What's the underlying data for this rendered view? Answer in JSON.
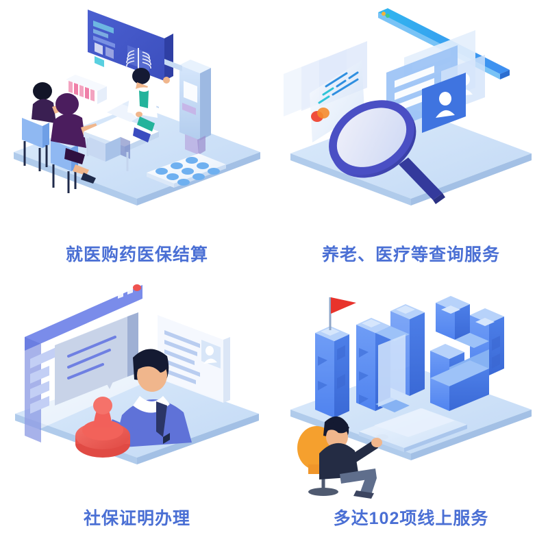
{
  "page": {
    "background": "#ffffff",
    "caption_color": "#4a6fd4",
    "layout": "2x2 grid of isometric illustrations with Chinese captions"
  },
  "palette": {
    "platform_top": "#cfe0f7",
    "platform_top_light": "#dcebfb",
    "platform_side": "#b9d2f0",
    "platform_edge": "#a7c5ea",
    "blue_primary": "#5b8ef4",
    "blue_mid": "#7ba6f7",
    "blue_light": "#a8c8f8",
    "blue_pale": "#d7e6fb",
    "indigo": "#4a4fc4",
    "indigo_dark": "#343a9c",
    "navy": "#2b3566",
    "purple_dark": "#4b1d5e",
    "teal": "#24b39b",
    "red": "#ef5350",
    "red_dark": "#d8453f",
    "orange": "#f5a02e",
    "orange_red": "#f2673a",
    "skin": "#f0b68c",
    "white": "#ffffff",
    "cyan": "#22c4e0"
  },
  "tiles": [
    {
      "id": "medical-settlement",
      "caption": "就医购药医保结算",
      "scene": "isometric clinic: wall X-ray display, doctor in white coat behind desk with laptop, two seated patients, medicine shelf, pill blister pack on platform",
      "elements": [
        "xray-screen",
        "xray-machine",
        "doctor-figure",
        "patient-figure-purple",
        "patient-figure-dark",
        "desk",
        "laptop",
        "chairs",
        "medicine-box-shelf",
        "pill-blister-pack"
      ]
    },
    {
      "id": "query-service",
      "caption": "养老、医疗等查询服务",
      "scene": "isometric search concept: large magnifying glass over translucent record cards, bank card with orange logo, ID cards with avatars, blue progress bar",
      "elements": [
        "magnifying-glass",
        "bank-card",
        "translucent-document-cards",
        "record-list-card",
        "id-card-avatar",
        "search-bar"
      ]
    },
    {
      "id": "certificate-handling",
      "caption": "社保证明办理",
      "scene": "isometric service desk: man in blue suit with tie, large red approval stamp, browser window with text, document sheet with avatar",
      "elements": [
        "browser-window",
        "document-sheet",
        "profile-document",
        "red-stamp",
        "clerk-figure"
      ]
    },
    {
      "id": "online-services",
      "caption": "多达102项线上服务",
      "scene": "isometric 3D number 102 built as tall blue blocks with red flag on top, man seated on orange chair pointing, tablet device on platform",
      "elements": [
        "number-1-tower",
        "number-0-tower",
        "number-2-tower",
        "red-flag",
        "seated-man-orange-chair",
        "tablet-device"
      ]
    }
  ]
}
